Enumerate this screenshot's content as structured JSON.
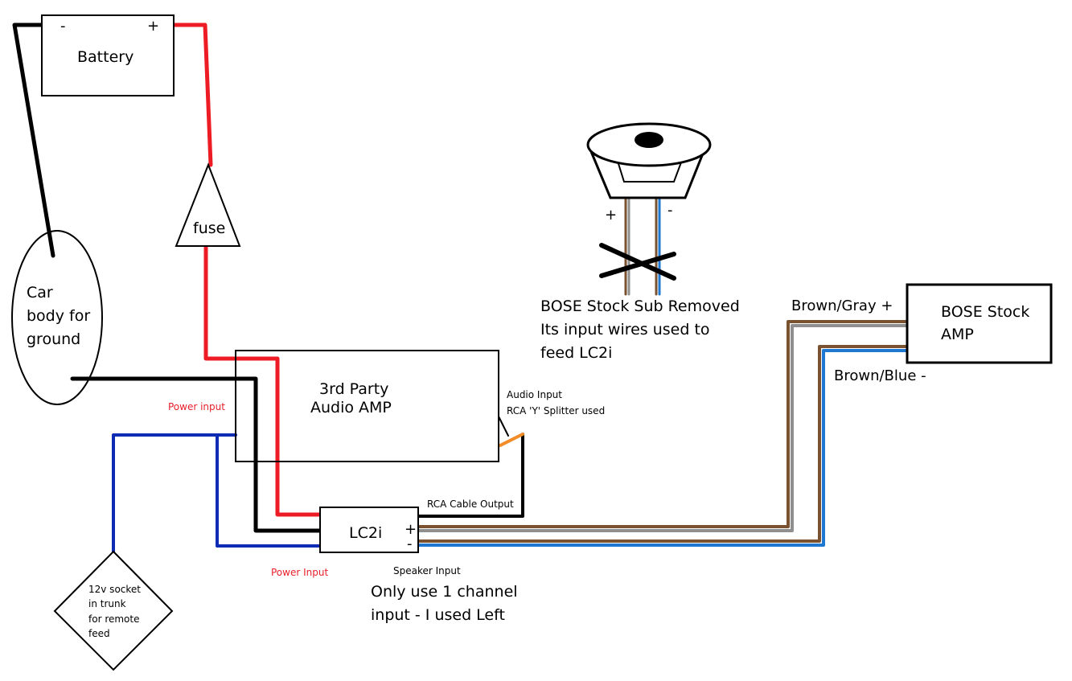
{
  "colors": {
    "black": "#000000",
    "red": "#ed1c24",
    "navy": "#0d2bb3",
    "brown": "#7a5230",
    "gray": "#8f8f8f",
    "blue": "#1e78d2",
    "orange": "#f28c28",
    "label_red": "#e8202b"
  },
  "battery": {
    "label": "Battery",
    "minus": "-",
    "plus": "+"
  },
  "fuse": {
    "label": "fuse"
  },
  "ground": {
    "line1": "Car",
    "line2": "body for",
    "line3": "ground"
  },
  "amp3rd": {
    "line1": "3rd Party",
    "line2": "Audio AMP",
    "power_input": "Power input",
    "audio_input_1": "Audio Input",
    "audio_input_2": "RCA 'Y' Splitter used"
  },
  "lc2i": {
    "label": "LC2i",
    "plus": "+",
    "minus": "-",
    "rca_output": "RCA Cable Output",
    "power_input": "Power Input",
    "speaker_input": "Speaker Input",
    "note_1": "Only use 1 channel",
    "note_2": "input - I used Left"
  },
  "socket": {
    "line1": "12v socket",
    "line2": "in trunk",
    "line3": "for remote",
    "line4": "feed"
  },
  "sub": {
    "plus": "+",
    "minus": "-",
    "line1": "BOSE Stock Sub Removed",
    "line2": "Its input wires used to",
    "line3": "feed LC2i"
  },
  "bose_amp": {
    "line1": "BOSE Stock",
    "line2": "AMP",
    "brown_gray": "Brown/Gray +",
    "brown_blue": "Brown/Blue -"
  }
}
